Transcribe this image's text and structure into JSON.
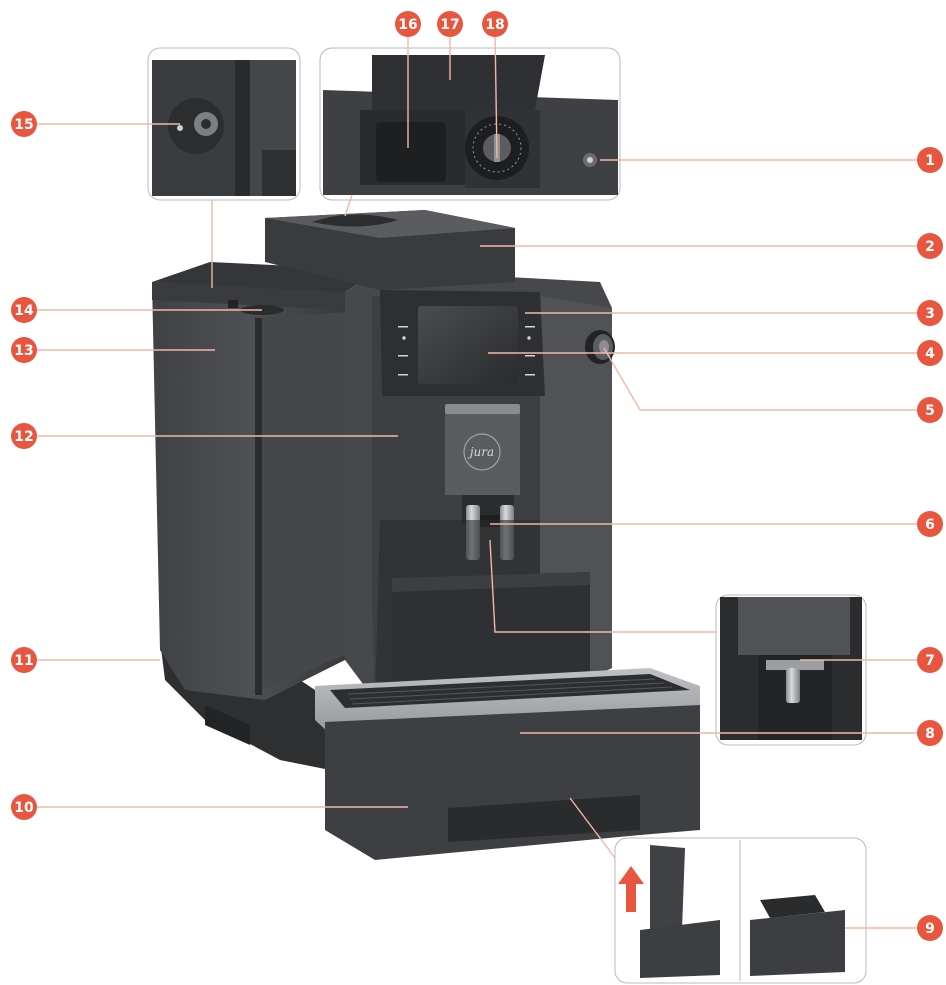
{
  "diagram": {
    "brand_logo": "jura",
    "callout_color": "#e8563f",
    "leader_color": "#f2b7a8",
    "callouts": [
      {
        "id": 1,
        "label": "1"
      },
      {
        "id": 2,
        "label": "2"
      },
      {
        "id": 3,
        "label": "3"
      },
      {
        "id": 4,
        "label": "4"
      },
      {
        "id": 5,
        "label": "5"
      },
      {
        "id": 6,
        "label": "6"
      },
      {
        "id": 7,
        "label": "7"
      },
      {
        "id": 8,
        "label": "8"
      },
      {
        "id": 9,
        "label": "9"
      },
      {
        "id": 10,
        "label": "10"
      },
      {
        "id": 11,
        "label": "11"
      },
      {
        "id": 12,
        "label": "12"
      },
      {
        "id": 13,
        "label": "13"
      },
      {
        "id": 14,
        "label": "14"
      },
      {
        "id": 15,
        "label": "15"
      },
      {
        "id": 16,
        "label": "16"
      },
      {
        "id": 17,
        "label": "17"
      },
      {
        "id": 18,
        "label": "18"
      }
    ]
  }
}
